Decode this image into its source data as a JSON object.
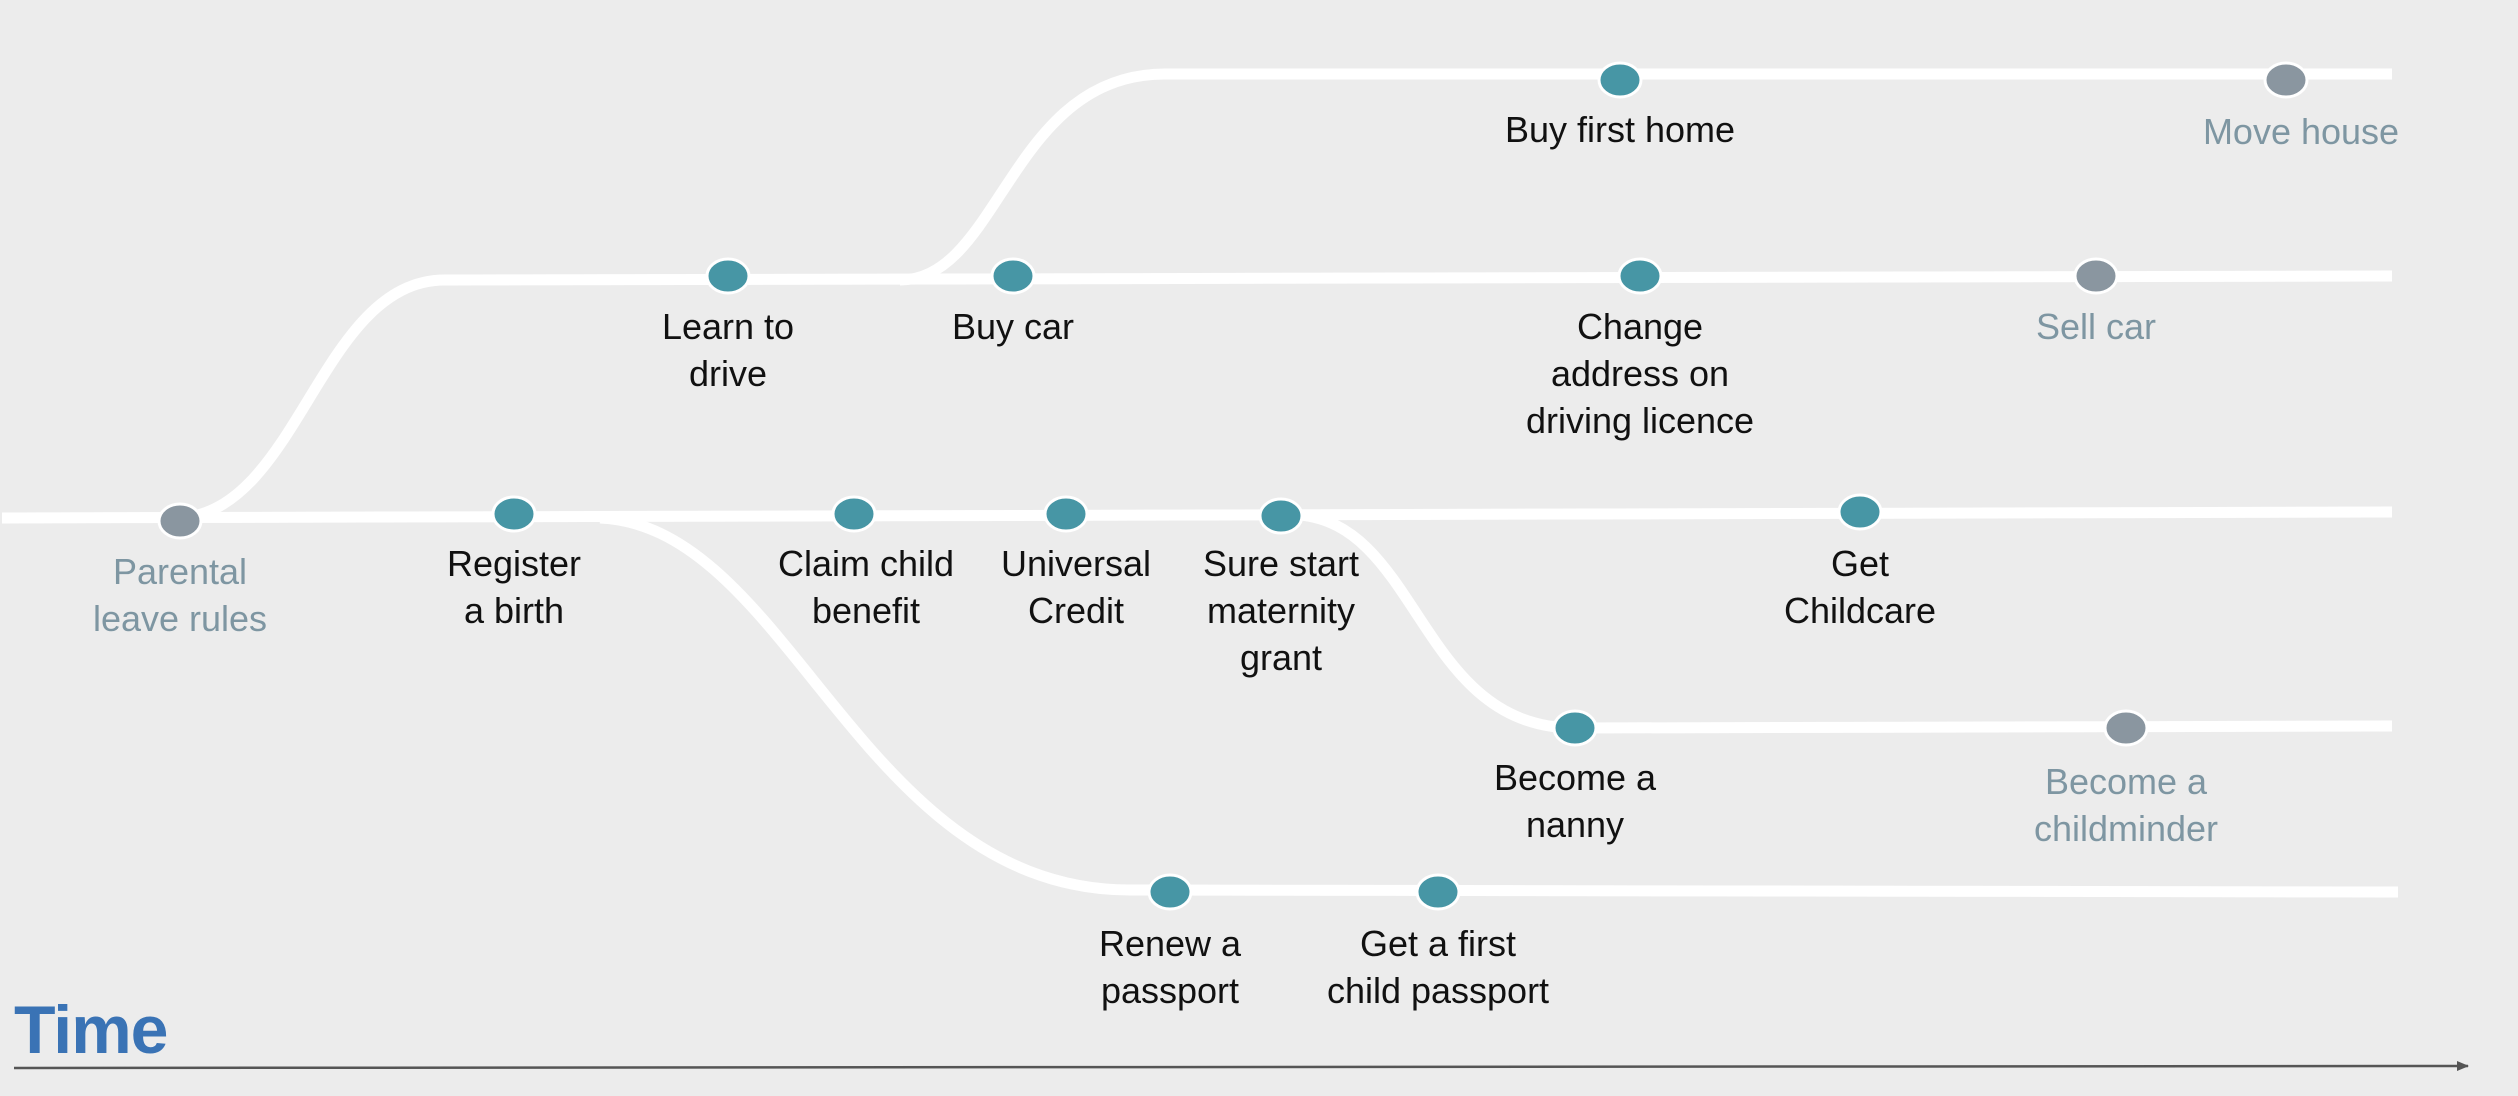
{
  "axis": {
    "label": "Time"
  },
  "colors": {
    "background": "#ececec",
    "track": "#ffffff",
    "event_node": "#4796a5",
    "past_node": "#8a96a0",
    "event_text": "#111111",
    "past_text": "#7e96a2",
    "time_label": "#3a73b5",
    "arrow": "#555555"
  },
  "events": [
    {
      "id": "parental-leave-rules",
      "lines": [
        "Parental",
        "leave rules"
      ],
      "status": "past"
    },
    {
      "id": "register-a-birth",
      "lines": [
        "Register",
        "a birth"
      ],
      "status": "active"
    },
    {
      "id": "learn-to-drive",
      "lines": [
        "Learn to",
        "drive"
      ],
      "status": "active"
    },
    {
      "id": "buy-car",
      "lines": [
        "Buy car"
      ],
      "status": "active"
    },
    {
      "id": "buy-first-home",
      "lines": [
        "Buy first home"
      ],
      "status": "active"
    },
    {
      "id": "move-house",
      "lines": [
        "Move house"
      ],
      "status": "past"
    },
    {
      "id": "change-address-on-driving-licence",
      "lines": [
        "Change",
        "address on",
        "driving licence"
      ],
      "status": "active"
    },
    {
      "id": "sell-car",
      "lines": [
        "Sell car"
      ],
      "status": "past"
    },
    {
      "id": "claim-child-benefit",
      "lines": [
        "Claim child",
        "benefit"
      ],
      "status": "active"
    },
    {
      "id": "universal-credit",
      "lines": [
        "Universal",
        "Credit"
      ],
      "status": "active"
    },
    {
      "id": "sure-start-maternity-grant",
      "lines": [
        "Sure start",
        "maternity",
        "grant"
      ],
      "status": "active"
    },
    {
      "id": "get-childcare",
      "lines": [
        "Get",
        "Childcare"
      ],
      "status": "active"
    },
    {
      "id": "become-a-nanny",
      "lines": [
        "Become a",
        "nanny"
      ],
      "status": "active"
    },
    {
      "id": "become-a-childminder",
      "lines": [
        "Become a",
        "childminder"
      ],
      "status": "past"
    },
    {
      "id": "renew-a-passport",
      "lines": [
        "Renew a",
        "passport"
      ],
      "status": "active"
    },
    {
      "id": "get-a-first-child-passport",
      "lines": [
        "Get a first",
        "child passport"
      ],
      "status": "active"
    }
  ]
}
